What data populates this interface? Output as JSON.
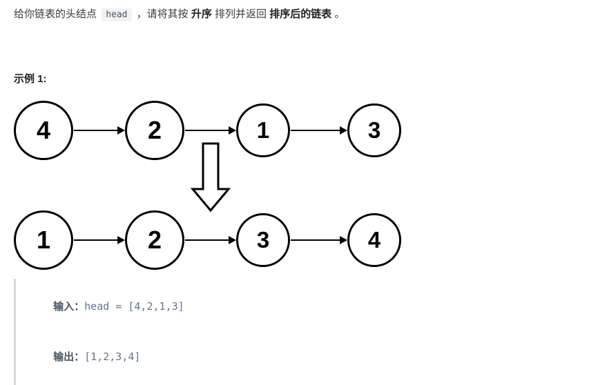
{
  "statement": {
    "part1": "给你链表的头结点",
    "code": "head",
    "part2": "，请将其按",
    "bold1": "升序",
    "part3": "排列并返回",
    "bold2": "排序后的链表",
    "part4": "。"
  },
  "example": {
    "heading": "示例 1:",
    "input_label": "输入：",
    "input_value": "head = [4,2,1,3]",
    "output_label": "输出：",
    "output_value": "[1,2,3,4]"
  },
  "diagram": {
    "title": "linked-list-sort-illustration",
    "transform_icon": "down-block-arrow-icon",
    "unsorted_list": [
      {
        "value": "4"
      },
      {
        "value": "2"
      },
      {
        "value": "1"
      },
      {
        "value": "3"
      }
    ],
    "sorted_list": [
      {
        "value": "1"
      },
      {
        "value": "2"
      },
      {
        "value": "3"
      },
      {
        "value": "4"
      }
    ]
  },
  "colors": {
    "stroke": "#000000",
    "text": "#3b3b3b",
    "code_text": "#64748b",
    "code_bar": "#d5d8dc",
    "inline_code_bg": "#f2f2f2",
    "background": "#ffffff"
  }
}
